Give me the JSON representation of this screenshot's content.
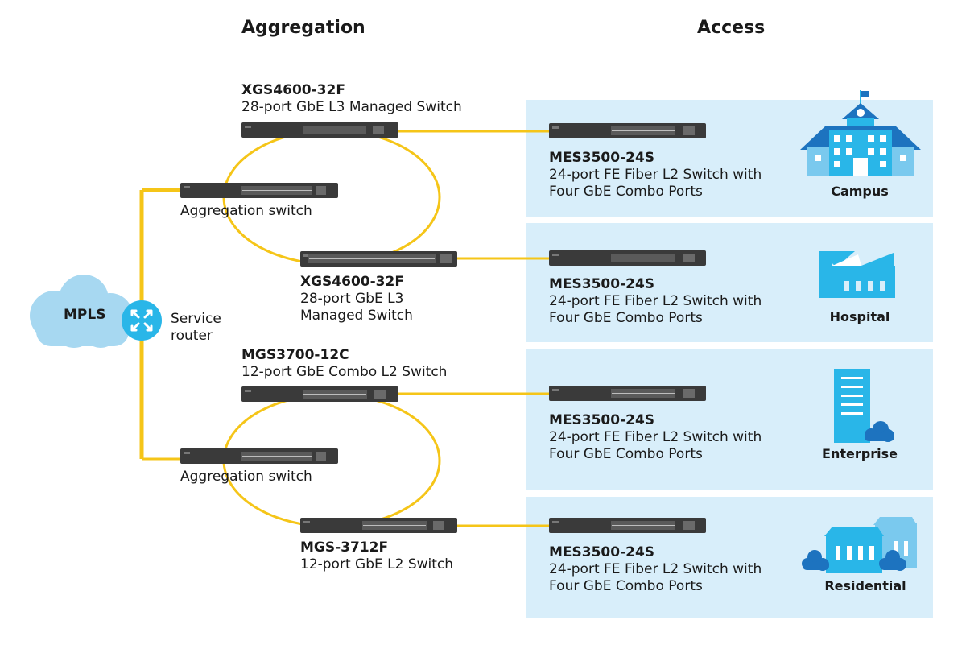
{
  "headers": {
    "aggregation": "Aggregation",
    "access": "Access"
  },
  "colors": {
    "link": "#f5c518",
    "panel": "#d8eefa",
    "cloud": "#a7d8f1",
    "router": "#29b6e8",
    "switch": "#3a3a3a",
    "icon": "#29b6e8"
  },
  "core": {
    "cloud": "MPLS",
    "router_line1": "Service",
    "router_line2": "router"
  },
  "aggregation": {
    "top_ring": {
      "switch_a": {
        "model": "XGS4600-32F",
        "desc": "28-port GbE L3 Managed Switch"
      },
      "agg": {
        "label": "Aggregation switch"
      },
      "switch_b": {
        "model": "XGS4600-32F",
        "desc1": "28-port GbE L3",
        "desc2": "Managed Switch"
      }
    },
    "bottom_ring": {
      "switch_a": {
        "model": "MGS3700-12C",
        "desc": "12-port GbE Combo L2 Switch"
      },
      "agg": {
        "label": "Aggregation switch"
      },
      "switch_b": {
        "model": "MGS-3712F",
        "desc": "12-port GbE L2 Switch"
      }
    }
  },
  "access": [
    {
      "model": "MES3500-24S",
      "desc1": "24-port FE Fiber L2 Switch with",
      "desc2": "Four GbE Combo Ports",
      "site": "Campus",
      "icon": "school-icon"
    },
    {
      "model": "MES3500-24S",
      "desc1": "24-port FE Fiber L2 Switch with",
      "desc2": "Four GbE Combo Ports",
      "site": "Hospital",
      "icon": "hospital-icon"
    },
    {
      "model": "MES3500-24S",
      "desc1": "24-port FE Fiber L2 Switch with",
      "desc2": "Four GbE Combo Ports",
      "site": "Enterprise",
      "icon": "enterprise-icon"
    },
    {
      "model": "MES3500-24S",
      "desc1": "24-port FE Fiber L2 Switch with",
      "desc2": "Four GbE Combo Ports",
      "site": "Residential",
      "icon": "residential-icon"
    }
  ]
}
